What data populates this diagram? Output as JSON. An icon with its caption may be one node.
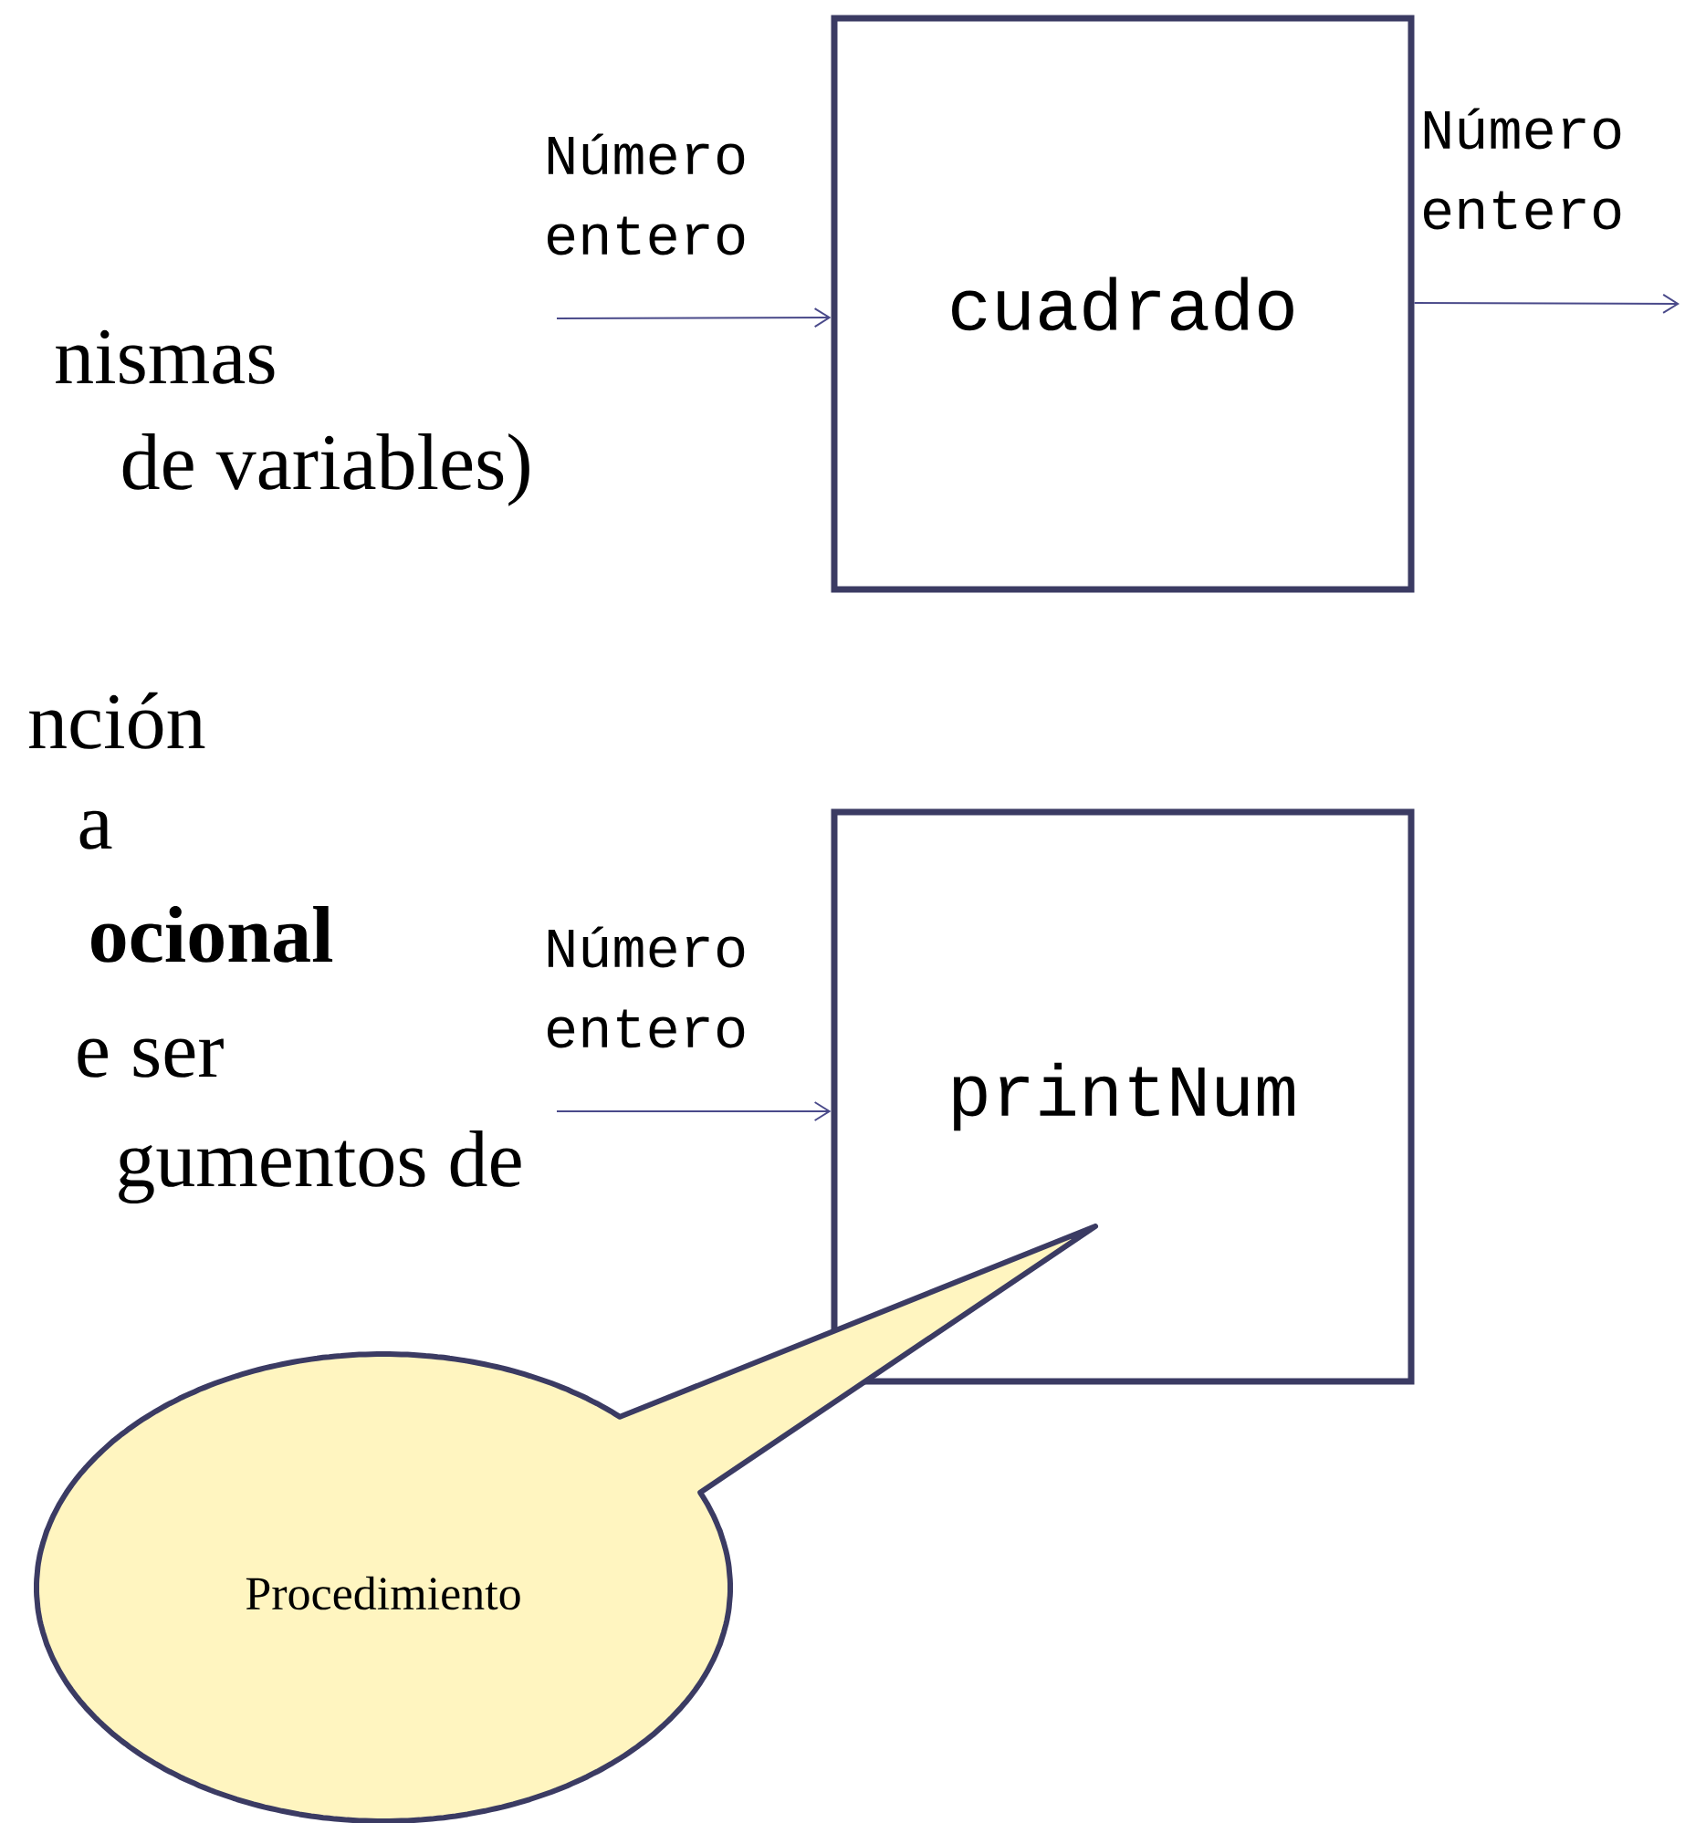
{
  "diagram": {
    "nodes": [
      {
        "text": [
          "cuadrado"
        ]
      },
      {
        "text": [
          "printNum"
        ]
      },
      {
        "text": [
          "Procedimiento"
        ]
      }
    ],
    "edges": [
      {
        "from": null,
        "to": 0,
        "arrow": "to",
        "label": "Número entero"
      },
      {
        "from": 0,
        "to": null,
        "arrow": "to",
        "label": "Número entero"
      },
      {
        "from": null,
        "to": 1,
        "arrow": "to",
        "label": "Número entero"
      }
    ],
    "labels": [
      "nismas",
      "de variables)",
      "nción",
      "a",
      "ocional",
      "e ser",
      "gumentos de"
    ]
  }
}
